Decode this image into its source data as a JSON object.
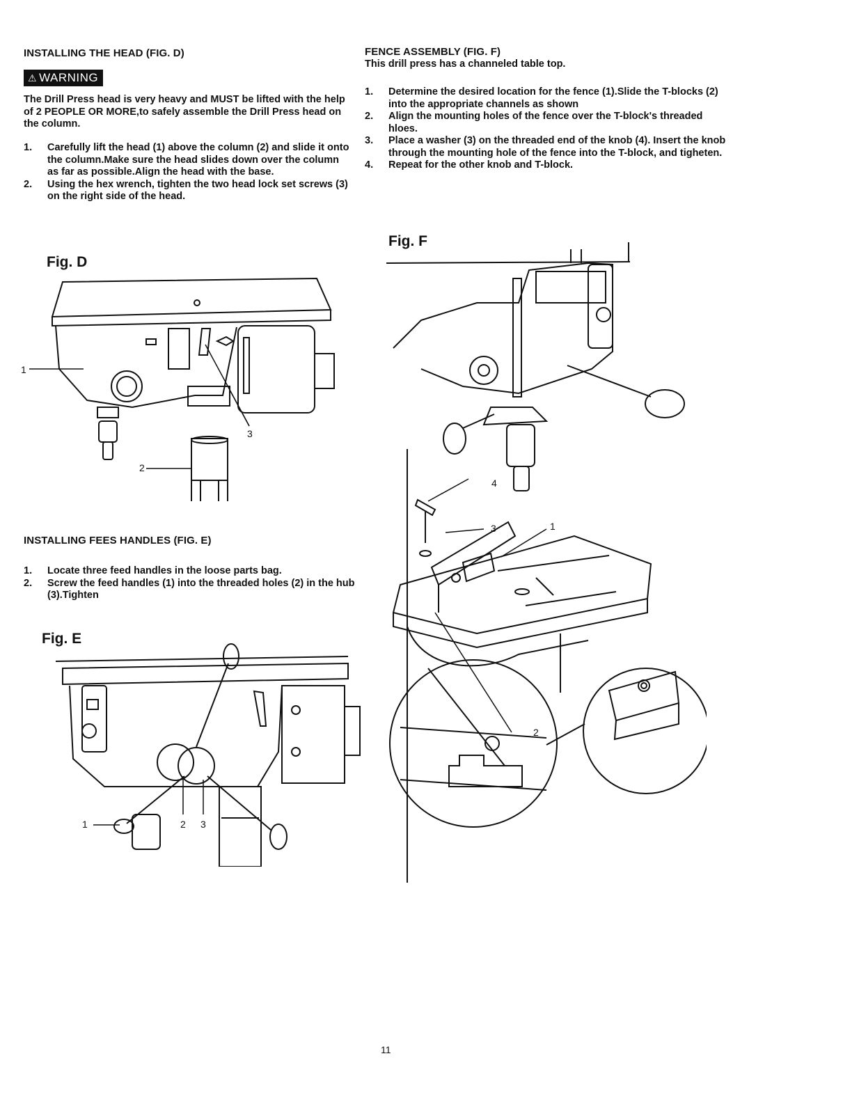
{
  "left": {
    "head": {
      "heading": "INSTALLING THE HEAD (FIG. D)",
      "warning_label": "WARNING",
      "warning_text": "The Drill Press head is very heavy and MUST be lifted with the help of 2 PEOPLE OR MORE,to safely assemble the Drill Press head on the column.",
      "steps": [
        {
          "num": "1.",
          "text": "Carefully lift the head (1) above the column (2) and slide it onto the column.Make sure the head slides down over the column as far as possible.Align the head with the base."
        },
        {
          "num": "2.",
          "text": "Using the hex wrench, tighten the two head lock set screws (3) on the right side of the head."
        }
      ]
    },
    "fig_d": {
      "label": "Fig. D",
      "callouts": {
        "one": "1",
        "two": "2",
        "three": "3"
      }
    },
    "handles": {
      "heading": "INSTALLING FEES HANDLES (FIG. E)",
      "steps": [
        {
          "num": "1.",
          "text": "Locate three feed handles in the loose parts bag."
        },
        {
          "num": "2.",
          "text": "Screw the feed handles (1) into the threaded holes (2) in the hub (3).Tighten"
        }
      ]
    },
    "fig_e": {
      "label": "Fig. E",
      "callouts": {
        "one": "1",
        "two": "2",
        "three": "3"
      }
    }
  },
  "right": {
    "fence": {
      "heading": "FENCE ASSEMBLY (FIG. F)",
      "intro": "This drill press has a channeled table top.",
      "steps": [
        {
          "num": "1.",
          "text": "Determine the desired location for the fence (1).Slide the T-blocks (2) into the appropriate channels as shown"
        },
        {
          "num": "2.",
          "text": "Align the mounting holes of the fence over the T-block's threaded hloes."
        },
        {
          "num": "3.",
          "text": "Place a washer (3) on the threaded end of the knob (4). Insert the knob through the mounting hole of the fence into the T-block, and tigheten."
        },
        {
          "num": "4.",
          "text": "Repeat for the other knob and T-block."
        }
      ]
    },
    "fig_f": {
      "label": "Fig. F",
      "callouts": {
        "one": "1",
        "two": "2",
        "three": "3",
        "four": "4"
      }
    }
  },
  "footer": {
    "page_number": "11"
  }
}
